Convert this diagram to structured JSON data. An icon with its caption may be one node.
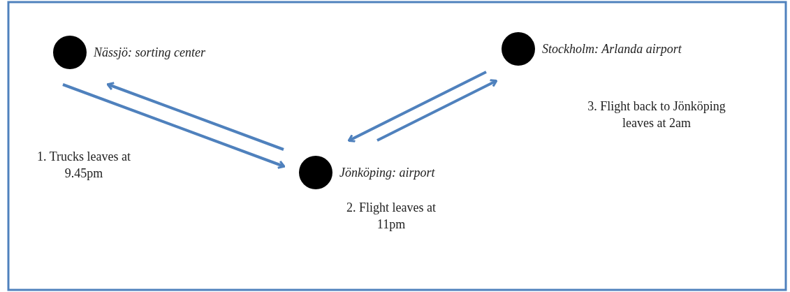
{
  "diagram": {
    "nodes": [
      {
        "text": [
          "Nässjö: sorting center"
        ]
      },
      {
        "text": [
          "Jönköping: airport"
        ]
      },
      {
        "text": [
          "Stockholm: Arlanda airport"
        ]
      }
    ],
    "edges": [
      {
        "from": 1,
        "to": 0,
        "arrow": "to"
      },
      {
        "from": 0,
        "to": 1,
        "arrow": "to"
      },
      {
        "from": 2,
        "to": 1,
        "arrow": "to"
      },
      {
        "from": 1,
        "to": 2,
        "arrow": "to"
      }
    ],
    "labels": [
      "1. Trucks leaves at 9.45pm",
      "2. Flight leaves at 11pm",
      "3. Flight back to Jönköping leaves at 2am"
    ]
  }
}
